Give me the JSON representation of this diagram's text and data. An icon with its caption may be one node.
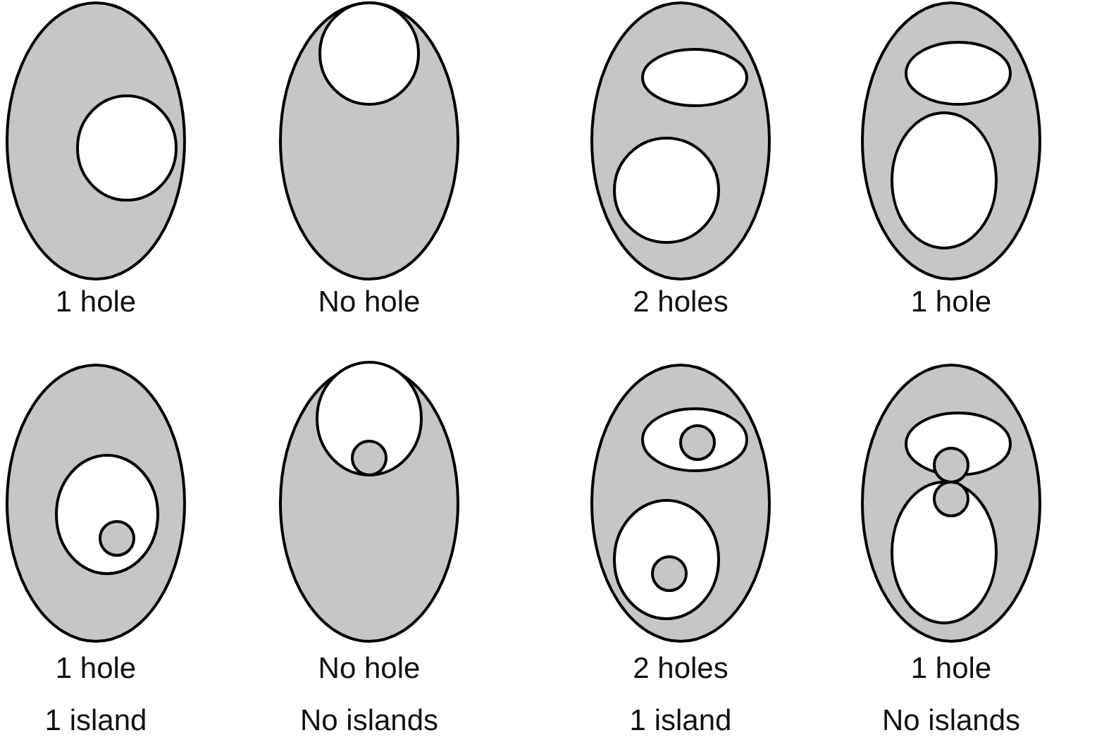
{
  "diagram": {
    "labels": [
      "1 hole",
      "No hole",
      "2 holes",
      "1 hole",
      "1 hole",
      "1 island",
      "No hole",
      "No islands",
      "2 holes",
      "1 island",
      "1 hole",
      "No islands"
    ]
  }
}
